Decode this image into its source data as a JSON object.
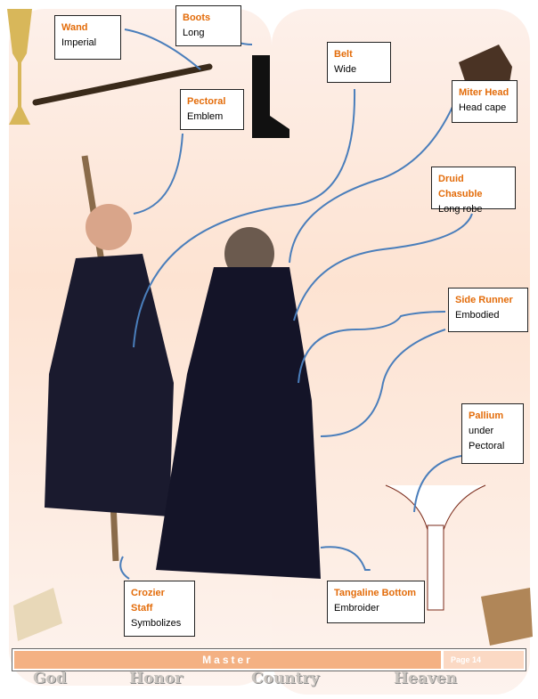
{
  "callouts": {
    "wand": {
      "title": "Wand",
      "desc": "Imperial"
    },
    "boots": {
      "title": "Boots",
      "desc": "Long"
    },
    "belt": {
      "title": "Belt",
      "desc": "Wide"
    },
    "pectoral": {
      "title": "Pectoral",
      "desc": "Emblem"
    },
    "miter": {
      "title": "Miter Head",
      "desc": "Head cape"
    },
    "chasuble": {
      "title": "Druid Chasuble",
      "desc": "Long robe"
    },
    "runner": {
      "title": "Side Runner",
      "desc": "Embodied"
    },
    "pallium": {
      "title": "Pallium",
      "desc": "under Pectoral"
    },
    "crozier": {
      "title": "Crozier Staff",
      "desc": "Symbolizes"
    },
    "tangaline": {
      "title": "Tangaline Bottom",
      "desc": "Embroider"
    }
  },
  "footer": {
    "title": "Master",
    "page": "Page 14"
  },
  "motto": [
    "God",
    "Honor",
    "Country",
    "Heaven"
  ],
  "colors": {
    "accent": "#e36c0a",
    "arrow": "#4a7ebb",
    "bar": "#f4b183"
  }
}
